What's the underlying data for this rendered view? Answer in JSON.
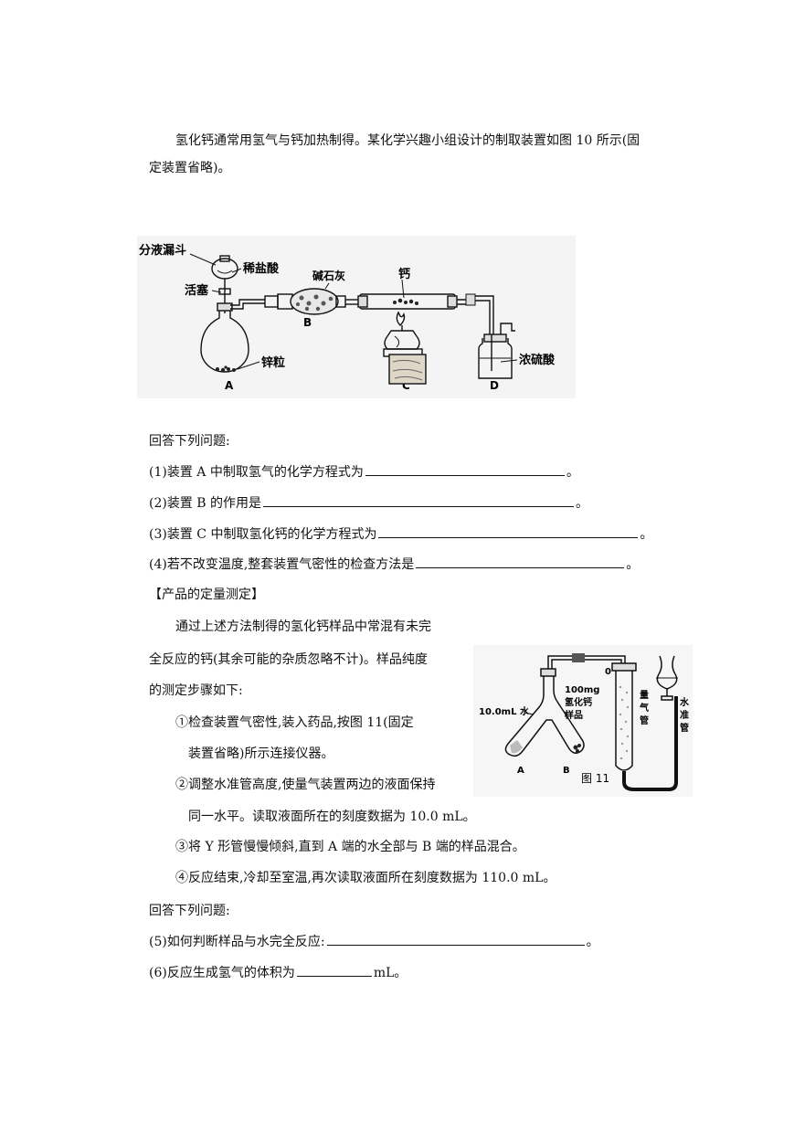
{
  "intro": {
    "line1": "氢化钙通常用氢气与钙加热制得。某化学兴趣小组设计的制取装置如图 10 所示(固",
    "line2": "定装置省略)。"
  },
  "fig10": {
    "labels": {
      "funnel": "分液漏斗",
      "acid": "稀盐酸",
      "stopcock": "活塞",
      "zinc": "锌粒",
      "soda_lime": "碱石灰",
      "calcium": "钙",
      "h2so4": "浓硫酸",
      "A": "A",
      "B": "B",
      "C": "C",
      "D": "D"
    }
  },
  "q_head1": "回答下列问题:",
  "questions1": [
    {
      "text": "(1)装置 A 中制取氢气的化学方程式为",
      "end": "。"
    },
    {
      "text": "(2)装置 B 的作用是",
      "end": "。"
    },
    {
      "text": "(3)装置 C 中制取氢化钙的化学方程式为",
      "end": "。"
    },
    {
      "text": "(4)若不改变温度,整套装置气密性的检查方法是",
      "end": "。"
    }
  ],
  "section_title": "【产品的定量测定】",
  "para": {
    "l1": "通过上述方法制得的氢化钙样品中常混有未完",
    "l2": "全反应的钙(其余可能的杂质忽略不计)。样品纯度",
    "l3": "的测定步骤如下:"
  },
  "steps": {
    "s1a": "①检查装置气密性,装入药品,按图 11(固定",
    "s1b": "装置省略)所示连接仪器。",
    "s2a": "②调整水准管高度,使量气装置两边的液面保持",
    "s2b": "同一水平。读取液面所在的刻度数据为 10.0 mL。",
    "s3": "③将 Y 形管慢慢倾斜,直到 A 端的水全部与 B 端的样品混合。",
    "s4": "④反应结束,冷却至室温,再次读取液面所在刻度数据为 110.0 mL。"
  },
  "fig11": {
    "water": "10.0mL 水",
    "sample1": "100mg",
    "sample2": "氢化钙",
    "sample3": "样品",
    "tube1": "量",
    "tube2": "气",
    "tube3": "管",
    "level1": "水",
    "level2": "准",
    "level3": "管",
    "zero": "0",
    "A": "A",
    "B": "B",
    "caption": "图 11"
  },
  "q_head2": "回答下列问题:",
  "q5": {
    "text": "(5)如何判断样品与水完全反应:",
    "end": "。"
  },
  "q6": {
    "text": "(6)反应生成氢气的体积为",
    "end": "mL。"
  }
}
